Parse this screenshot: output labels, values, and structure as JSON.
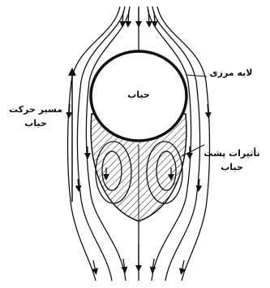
{
  "labels": {
    "bubble": "حباب",
    "boundary_layer": "لایه مرزی",
    "path_line1": "مسیر حرکت",
    "path_line2": "حباب",
    "wake_line1": "تأثیرات پشت",
    "wake_line2": "حباب"
  },
  "colors": {
    "ink": "#111111",
    "background": "#ffffff"
  }
}
